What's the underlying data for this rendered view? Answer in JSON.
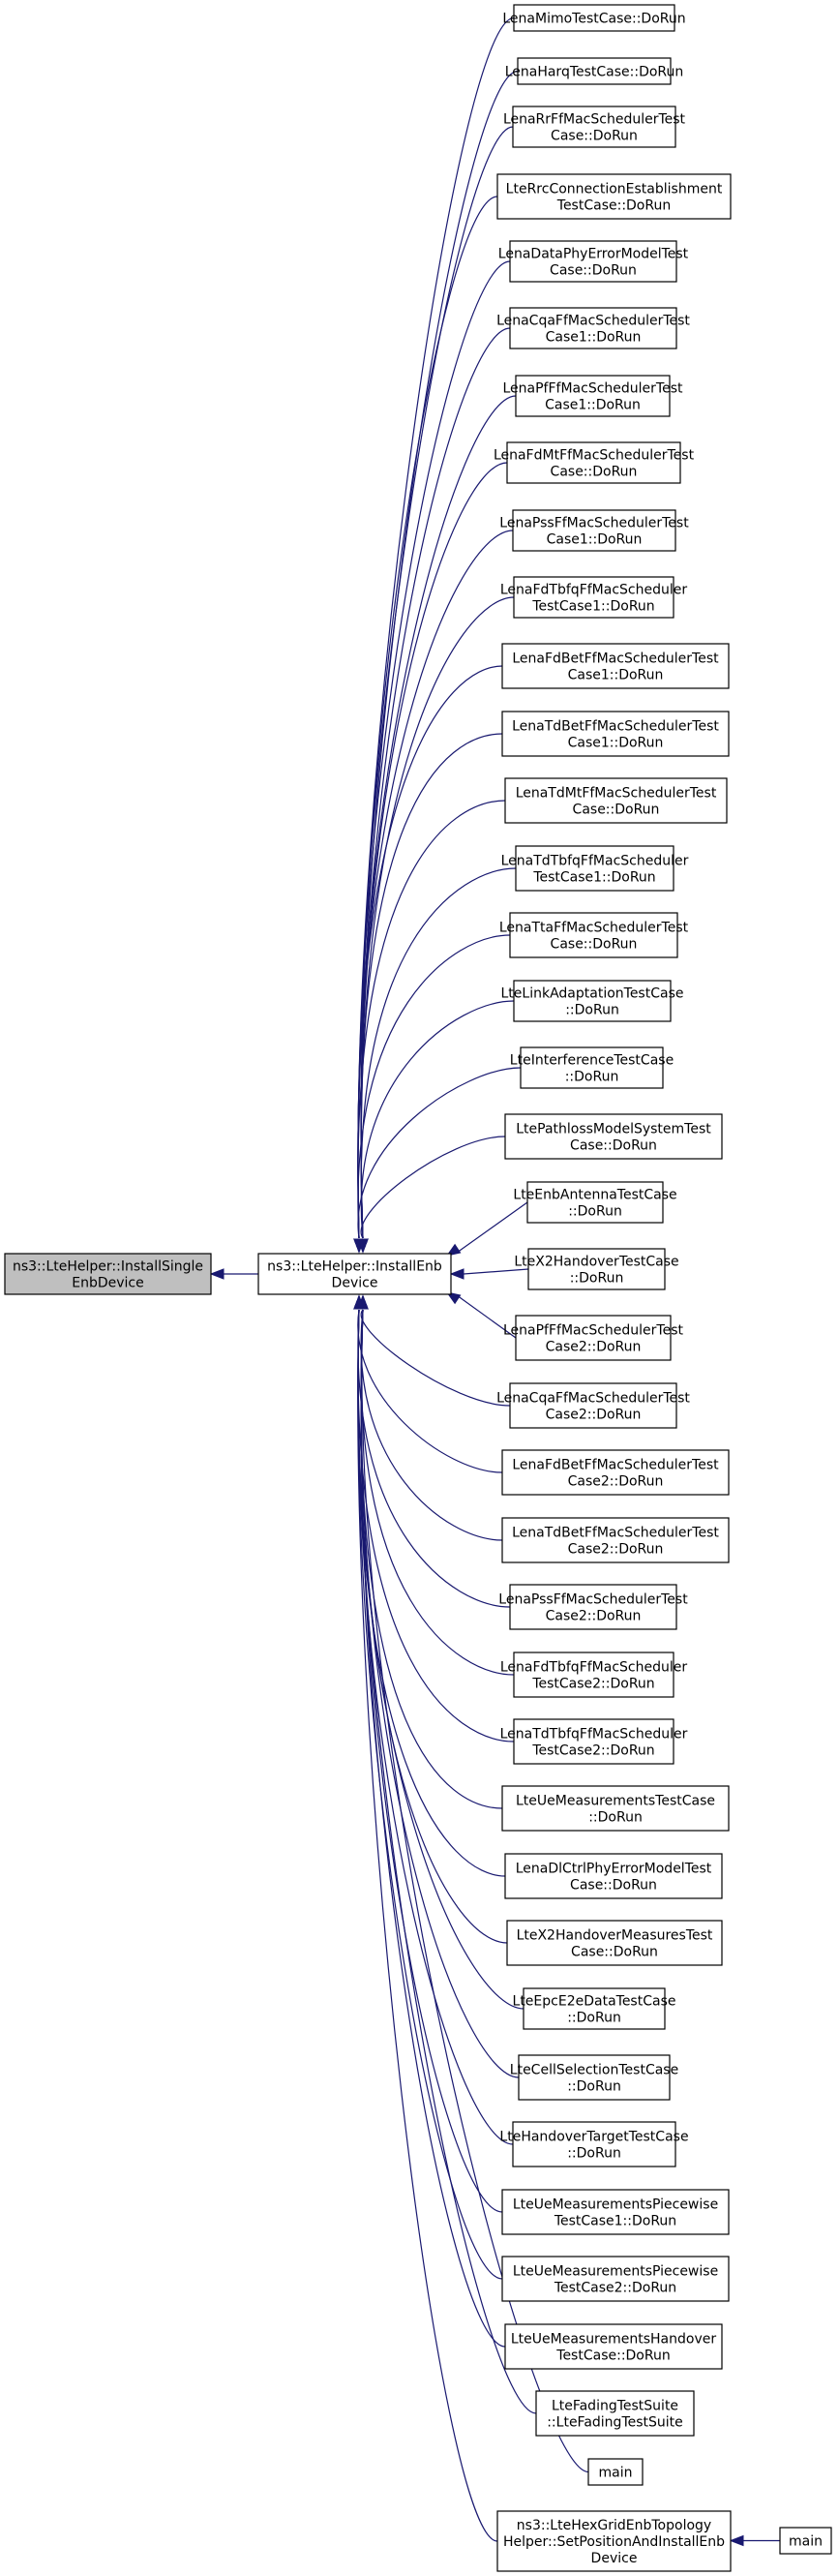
{
  "root": {
    "lines": [
      "ns3::LteHelper::InstallSingle",
      "EnbDevice"
    ]
  },
  "middle": {
    "lines": [
      "ns3::LteHelper::InstallEnb",
      "Device"
    ]
  },
  "callers": [
    {
      "lines": [
        "LenaMimoTestCase::DoRun"
      ]
    },
    {
      "lines": [
        "LenaHarqTestCase::DoRun"
      ]
    },
    {
      "lines": [
        "LenaRrFfMacSchedulerTest",
        "Case::DoRun"
      ]
    },
    {
      "lines": [
        "LteRrcConnectionEstablishment",
        "TestCase::DoRun"
      ]
    },
    {
      "lines": [
        "LenaDataPhyErrorModelTest",
        "Case::DoRun"
      ]
    },
    {
      "lines": [
        "LenaCqaFfMacSchedulerTest",
        "Case1::DoRun"
      ]
    },
    {
      "lines": [
        "LenaPfFfMacSchedulerTest",
        "Case1::DoRun"
      ]
    },
    {
      "lines": [
        "LenaFdMtFfMacSchedulerTest",
        "Case::DoRun"
      ]
    },
    {
      "lines": [
        "LenaPssFfMacSchedulerTest",
        "Case1::DoRun"
      ]
    },
    {
      "lines": [
        "LenaFdTbfqFfMacScheduler",
        "TestCase1::DoRun"
      ]
    },
    {
      "lines": [
        "LenaFdBetFfMacSchedulerTest",
        "Case1::DoRun"
      ]
    },
    {
      "lines": [
        "LenaTdBetFfMacSchedulerTest",
        "Case1::DoRun"
      ]
    },
    {
      "lines": [
        "LenaTdMtFfMacSchedulerTest",
        "Case::DoRun"
      ]
    },
    {
      "lines": [
        "LenaTdTbfqFfMacScheduler",
        "TestCase1::DoRun"
      ]
    },
    {
      "lines": [
        "LenaTtaFfMacSchedulerTest",
        "Case::DoRun"
      ]
    },
    {
      "lines": [
        "LteLinkAdaptationTestCase",
        "::DoRun"
      ]
    },
    {
      "lines": [
        "LteInterferenceTestCase",
        "::DoRun"
      ]
    },
    {
      "lines": [
        "LtePathlossModelSystemTest",
        "Case::DoRun"
      ]
    },
    {
      "lines": [
        "LteEnbAntennaTestCase",
        "::DoRun"
      ]
    },
    {
      "lines": [
        "LteX2HandoverTestCase",
        "::DoRun"
      ]
    },
    {
      "lines": [
        "LenaPfFfMacSchedulerTest",
        "Case2::DoRun"
      ]
    },
    {
      "lines": [
        "LenaCqaFfMacSchedulerTest",
        "Case2::DoRun"
      ]
    },
    {
      "lines": [
        "LenaFdBetFfMacSchedulerTest",
        "Case2::DoRun"
      ]
    },
    {
      "lines": [
        "LenaTdBetFfMacSchedulerTest",
        "Case2::DoRun"
      ]
    },
    {
      "lines": [
        "LenaPssFfMacSchedulerTest",
        "Case2::DoRun"
      ]
    },
    {
      "lines": [
        "LenaFdTbfqFfMacScheduler",
        "TestCase2::DoRun"
      ]
    },
    {
      "lines": [
        "LenaTdTbfqFfMacScheduler",
        "TestCase2::DoRun"
      ]
    },
    {
      "lines": [
        "LteUeMeasurementsTestCase",
        "::DoRun"
      ]
    },
    {
      "lines": [
        "LenaDlCtrlPhyErrorModelTest",
        "Case::DoRun"
      ]
    },
    {
      "lines": [
        "LteX2HandoverMeasuresTest",
        "Case::DoRun"
      ]
    },
    {
      "lines": [
        "LteEpcE2eDataTestCase",
        "::DoRun"
      ]
    },
    {
      "lines": [
        "LteCellSelectionTestCase",
        "::DoRun"
      ]
    },
    {
      "lines": [
        "LteHandoverTargetTestCase",
        "::DoRun"
      ]
    },
    {
      "lines": [
        "LteUeMeasurementsPiecewise",
        "TestCase1::DoRun"
      ]
    },
    {
      "lines": [
        "LteUeMeasurementsPiecewise",
        "TestCase2::DoRun"
      ]
    },
    {
      "lines": [
        "LteUeMeasurementsHandover",
        "TestCase::DoRun"
      ]
    },
    {
      "lines": [
        "LteFadingTestSuite",
        "::LteFadingTestSuite"
      ]
    },
    {
      "lines": [
        "main"
      ]
    },
    {
      "lines": [
        "ns3::LteHexGridEnbTopology",
        "Helper::SetPositionAndInstallEnb",
        "Device"
      ]
    }
  ],
  "extra": {
    "lines": [
      "main"
    ]
  },
  "colors": {
    "edge": "#191970",
    "focus_fill": "#bfbfbf",
    "box_fill": "#ffffff",
    "border": "#000000"
  }
}
